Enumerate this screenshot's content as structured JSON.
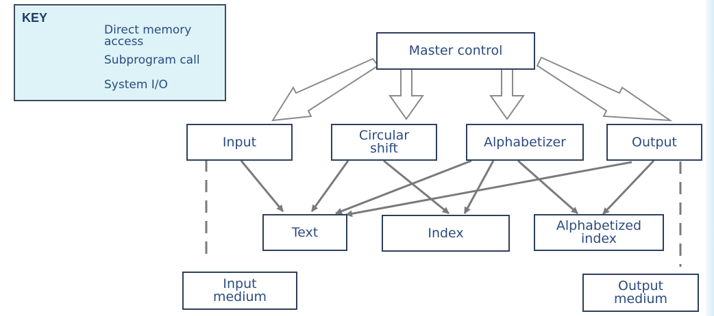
{
  "key": {
    "title": "KEY",
    "direct_memory_access": "Direct memory\naccess",
    "subprogram_call": "Subprogram call",
    "system_io": "System I/O"
  },
  "nodes": {
    "master_control": "Master control",
    "input": "Input",
    "circular_shift": "Circular\nshift",
    "alphabetizer": "Alphabetizer",
    "output": "Output",
    "text": "Text",
    "index": "Index",
    "alphabetized_index": "Alphabetized\nindex",
    "input_medium": "Input\nmedium",
    "output_medium": "Output\nmedium"
  },
  "colors": {
    "box_border": "#2c3e5c",
    "text": "#2a4b80",
    "arrow": "#7a7a7a",
    "key_background": "#ddf3f8"
  }
}
